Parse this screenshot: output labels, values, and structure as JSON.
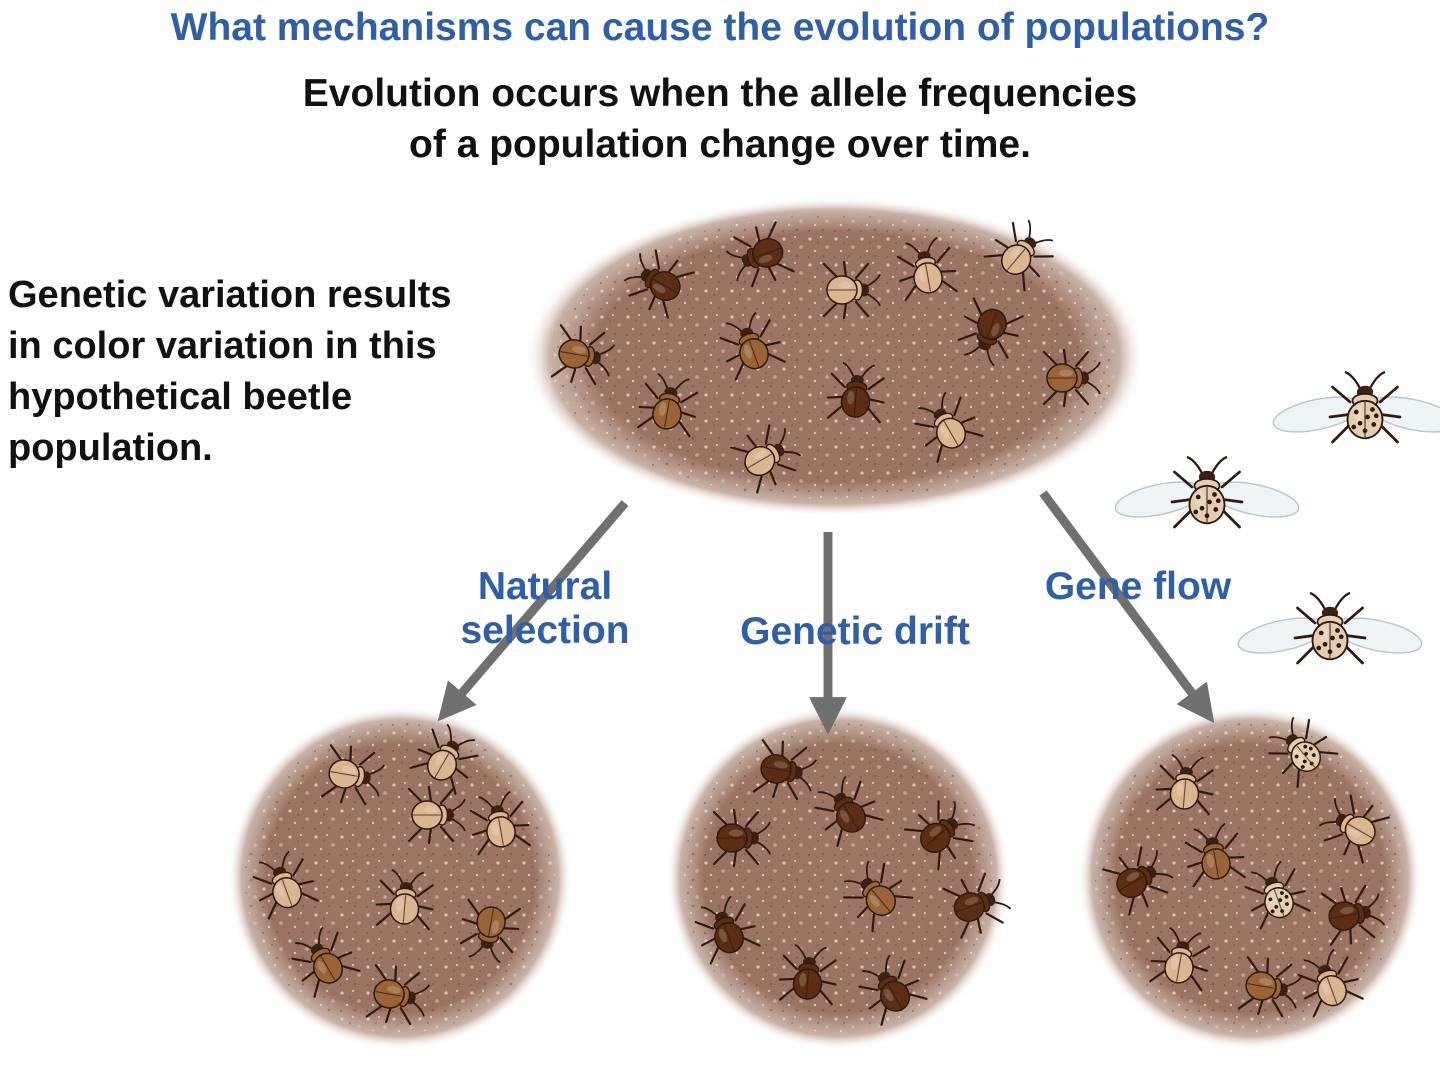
{
  "header": {
    "question": "What mechanisms can cause the evolution of populations?",
    "statement_lines": [
      "Evolution occurs when the allele frequencies",
      "of a population change over time."
    ]
  },
  "caption_lines": [
    "Genetic variation results",
    "in color variation in this",
    "hypothetical beetle",
    "population."
  ],
  "mechanisms": {
    "natural_selection": [
      "Natural",
      "selection"
    ],
    "genetic_drift": "Genetic drift",
    "gene_flow": "Gene flow"
  },
  "colors": {
    "title_blue": "#2f5fa8",
    "arrow_gray": "#707070",
    "soil": "#9a7462",
    "beetle_dark": "#5b2e14",
    "beetle_medium": "#9a6436",
    "beetle_light": "#d9b590",
    "beetle_spotted": "#e6cdb2"
  },
  "populations": {
    "original": {
      "beetles": [
        {
          "shade": "dark"
        },
        {
          "shade": "dark"
        },
        {
          "shade": "light"
        },
        {
          "shade": "light"
        },
        {
          "shade": "medium"
        },
        {
          "shade": "medium"
        },
        {
          "shade": "medium"
        },
        {
          "shade": "light"
        },
        {
          "shade": "dark"
        },
        {
          "shade": "dark"
        },
        {
          "shade": "medium"
        },
        {
          "shade": "light"
        },
        {
          "shade": "light"
        }
      ]
    },
    "after_natural_selection": {
      "beetles": [
        {
          "shade": "light"
        },
        {
          "shade": "light"
        },
        {
          "shade": "light"
        },
        {
          "shade": "light"
        },
        {
          "shade": "light"
        },
        {
          "shade": "medium"
        },
        {
          "shade": "medium"
        },
        {
          "shade": "medium"
        },
        {
          "shade": "light"
        }
      ]
    },
    "after_genetic_drift": {
      "beetles": [
        {
          "shade": "dark"
        },
        {
          "shade": "dark"
        },
        {
          "shade": "dark"
        },
        {
          "shade": "dark"
        },
        {
          "shade": "medium"
        },
        {
          "shade": "dark"
        },
        {
          "shade": "dark"
        },
        {
          "shade": "dark"
        },
        {
          "shade": "dark"
        }
      ]
    },
    "after_gene_flow": {
      "beetles": [
        {
          "shade": "light"
        },
        {
          "shade": "spotted"
        },
        {
          "shade": "dark"
        },
        {
          "shade": "medium"
        },
        {
          "shade": "light"
        },
        {
          "shade": "spotted"
        },
        {
          "shade": "dark"
        },
        {
          "shade": "light"
        },
        {
          "shade": "medium"
        },
        {
          "shade": "light"
        }
      ]
    },
    "migrants": {
      "beetles": [
        {
          "shade": "spotted"
        },
        {
          "shade": "spotted"
        },
        {
          "shade": "spotted"
        }
      ]
    }
  }
}
